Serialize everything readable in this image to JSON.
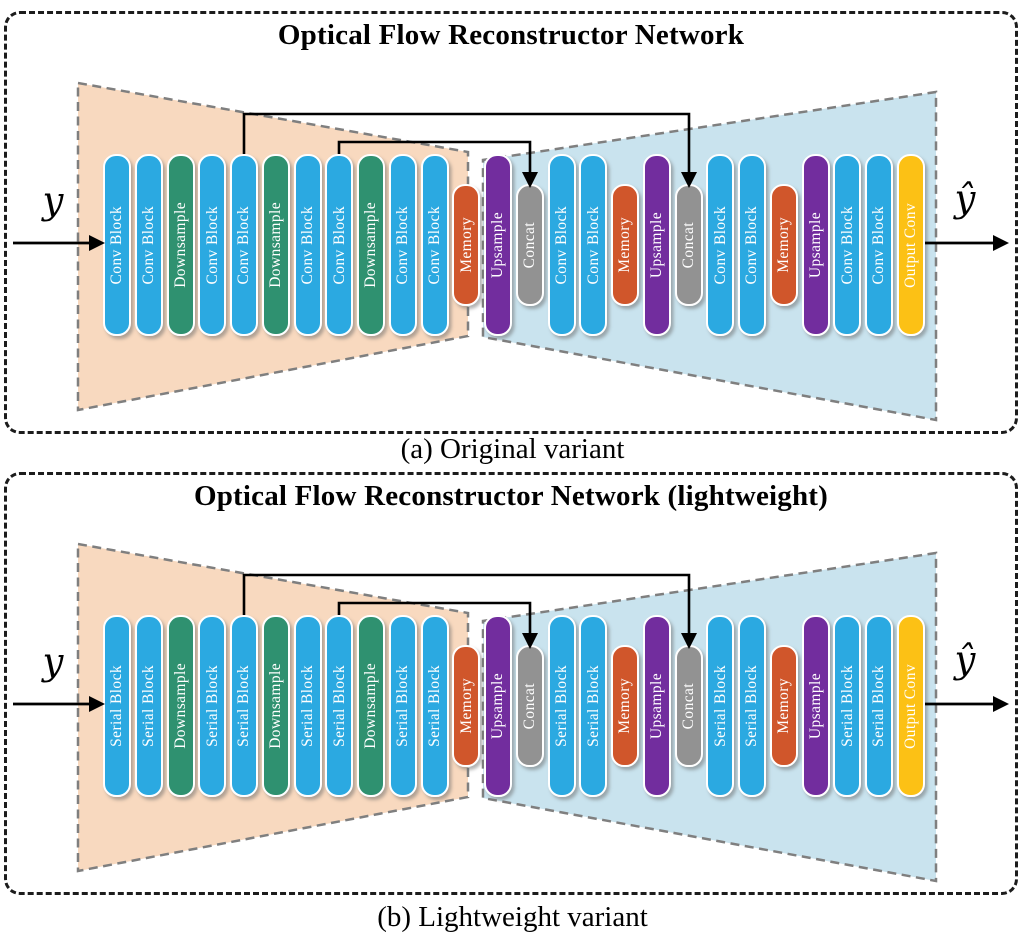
{
  "figure": {
    "panels": [
      {
        "title": "Optical Flow Reconstructor Network",
        "caption": "(a) Original variant",
        "input_label": "y",
        "output_label": "ŷ",
        "blocks": [
          {
            "label": "Conv Block",
            "type": "conv"
          },
          {
            "label": "Conv Block",
            "type": "conv"
          },
          {
            "label": "Downsample",
            "type": "downsample"
          },
          {
            "label": "Conv Block",
            "type": "conv"
          },
          {
            "label": "Conv Block",
            "type": "conv"
          },
          {
            "label": "Downsample",
            "type": "downsample"
          },
          {
            "label": "Conv Block",
            "type": "conv"
          },
          {
            "label": "Conv Block",
            "type": "conv"
          },
          {
            "label": "Downsample",
            "type": "downsample"
          },
          {
            "label": "Conv Block",
            "type": "conv"
          },
          {
            "label": "Conv Block",
            "type": "conv"
          },
          {
            "label": "Memory",
            "type": "memory"
          },
          {
            "label": "Upsample",
            "type": "upsample"
          },
          {
            "label": "Concat",
            "type": "concat"
          },
          {
            "label": "Conv Block",
            "type": "conv"
          },
          {
            "label": "Conv Block",
            "type": "conv"
          },
          {
            "label": "Memory",
            "type": "memory"
          },
          {
            "label": "Upsample",
            "type": "upsample"
          },
          {
            "label": "Concat",
            "type": "concat"
          },
          {
            "label": "Conv Block",
            "type": "conv"
          },
          {
            "label": "Conv Block",
            "type": "conv"
          },
          {
            "label": "Memory",
            "type": "memory"
          },
          {
            "label": "Upsample",
            "type": "upsample"
          },
          {
            "label": "Conv Block",
            "type": "conv"
          },
          {
            "label": "Conv Block",
            "type": "conv"
          },
          {
            "label": "Output Conv",
            "type": "output"
          }
        ]
      },
      {
        "title": "Optical Flow Reconstructor Network (lightweight)",
        "caption": "(b) Lightweight variant",
        "input_label": "y",
        "output_label": "ŷ",
        "blocks": [
          {
            "label": "Serial Block",
            "type": "serial"
          },
          {
            "label": "Serial Block",
            "type": "serial"
          },
          {
            "label": "Downsample",
            "type": "downsample"
          },
          {
            "label": "Serial Block",
            "type": "serial"
          },
          {
            "label": "Serial Block",
            "type": "serial"
          },
          {
            "label": "Downsample",
            "type": "downsample"
          },
          {
            "label": "Serial Block",
            "type": "serial"
          },
          {
            "label": "Serial Block",
            "type": "serial"
          },
          {
            "label": "Downsample",
            "type": "downsample"
          },
          {
            "label": "Serial Block",
            "type": "serial"
          },
          {
            "label": "Serial Block",
            "type": "serial"
          },
          {
            "label": "Memory",
            "type": "memory"
          },
          {
            "label": "Upsample",
            "type": "upsample"
          },
          {
            "label": "Concat",
            "type": "concat"
          },
          {
            "label": "Serial Block",
            "type": "serial"
          },
          {
            "label": "Serial Block",
            "type": "serial"
          },
          {
            "label": "Memory",
            "type": "memory"
          },
          {
            "label": "Upsample",
            "type": "upsample"
          },
          {
            "label": "Concat",
            "type": "concat"
          },
          {
            "label": "Serial Block",
            "type": "serial"
          },
          {
            "label": "Serial Block",
            "type": "serial"
          },
          {
            "label": "Memory",
            "type": "memory"
          },
          {
            "label": "Upsample",
            "type": "upsample"
          },
          {
            "label": "Serial Block",
            "type": "serial"
          },
          {
            "label": "Serial Block",
            "type": "serial"
          },
          {
            "label": "Output Conv",
            "type": "output"
          }
        ]
      }
    ],
    "colors": {
      "conv": "#2BA9E1",
      "downsample": "#2F9170",
      "memory": "#D0562B",
      "upsample": "#722D9E",
      "concat": "#929292",
      "output": "#FCC115",
      "encoder_fill": "#F8D9BF",
      "decoder_fill": "#C9E3EE",
      "trapezoid_stroke": "#7F7F7F",
      "line": "#000000"
    }
  }
}
